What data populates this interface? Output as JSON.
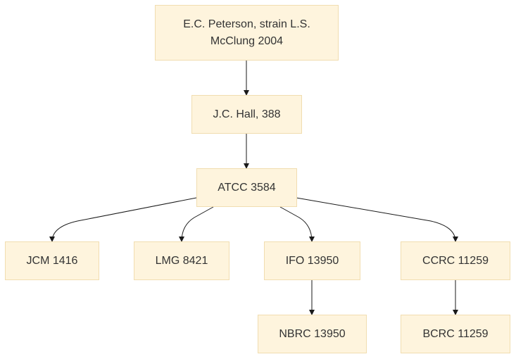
{
  "nodes": {
    "peterson": "E.C. Peterson, strain L.S. McClung 2004",
    "hall": "J.C. Hall, 388",
    "atcc": "ATCC 3584",
    "jcm": "JCM 1416",
    "lmg": "LMG 8421",
    "ifo": "IFO 13950",
    "ccrc": "CCRC 11259",
    "nbrc": "NBRC 13950",
    "bcrc": "BCRC 11259"
  },
  "edges": [
    {
      "from": "peterson",
      "to": "hall"
    },
    {
      "from": "hall",
      "to": "atcc"
    },
    {
      "from": "atcc",
      "to": "jcm"
    },
    {
      "from": "atcc",
      "to": "lmg"
    },
    {
      "from": "atcc",
      "to": "ifo"
    },
    {
      "from": "atcc",
      "to": "ccrc"
    },
    {
      "from": "ifo",
      "to": "nbrc"
    },
    {
      "from": "ccrc",
      "to": "bcrc"
    }
  ],
  "colors": {
    "node_fill": "#fef4dd",
    "node_border": "#f1ddb0",
    "edge": "#1a1a1a",
    "text": "#333333"
  }
}
